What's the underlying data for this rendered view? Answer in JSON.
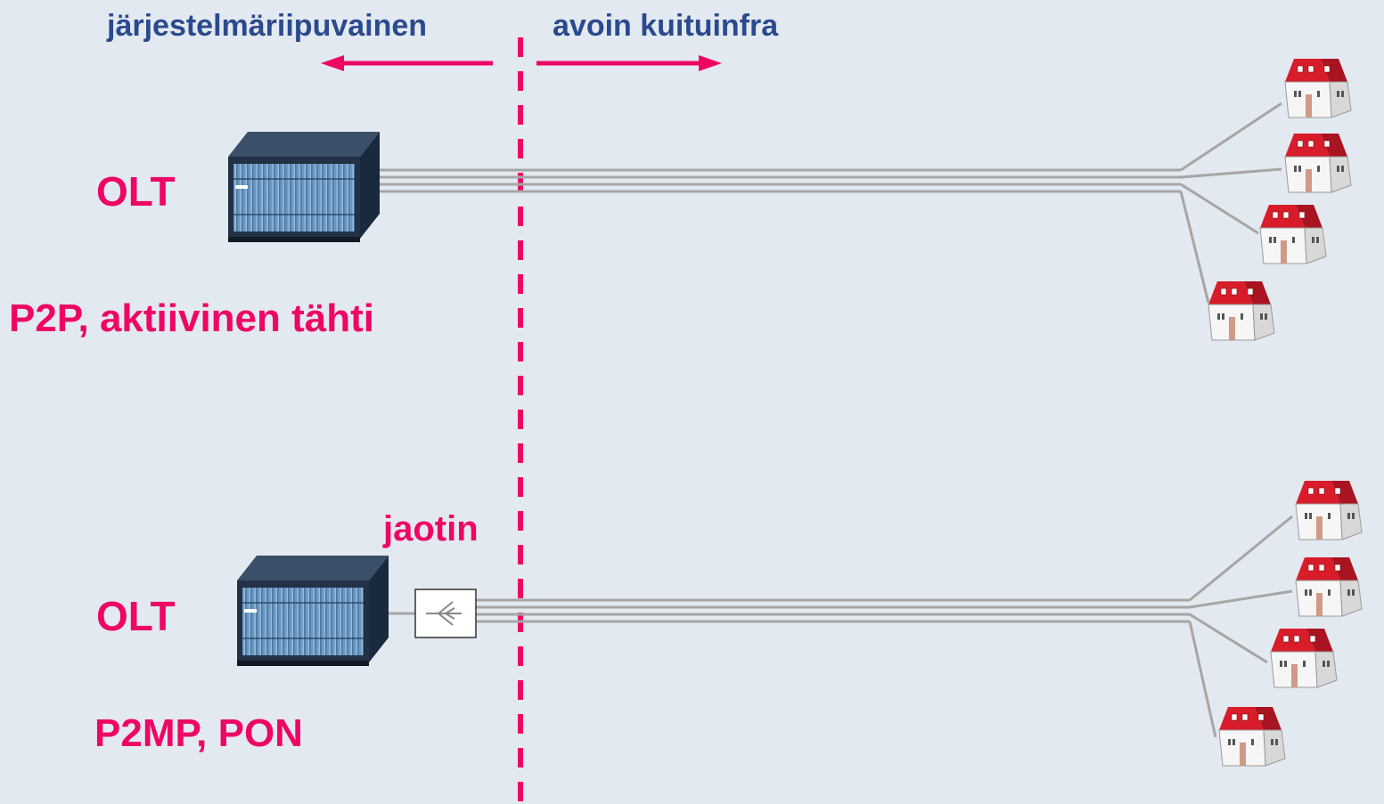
{
  "header": {
    "left_label": "järjestelmäriipuvainen",
    "right_label": "avoin kuituinfra"
  },
  "top_network": {
    "device_label": "OLT",
    "topology_label": "P2P, aktiivinen tähti",
    "house_count": 4
  },
  "bottom_network": {
    "device_label": "OLT",
    "splitter_label": "jaotin",
    "topology_label": "P2MP, PON",
    "house_count": 4
  },
  "colors": {
    "accent": "#ee0566",
    "header_text": "#2b4a8e",
    "background": "#e3e9f0",
    "roof": "#d81c2a"
  }
}
